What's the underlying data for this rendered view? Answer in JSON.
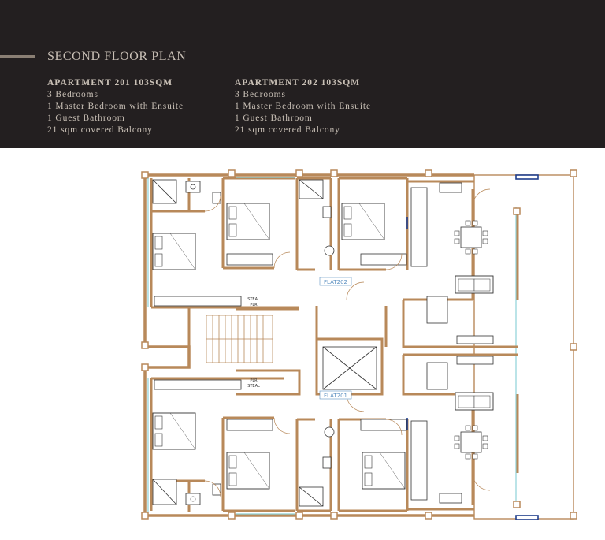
{
  "header": {
    "title": "SECOND FLOOR PLAN",
    "apartments": [
      {
        "heading": "APARTMENT 201 103SQM",
        "lines": [
          "3 Bedrooms",
          "1 Master Bedroom with Ensuite",
          "1 Guest Bathroom",
          "21 sqm covered Balcony"
        ]
      },
      {
        "heading": "APARTMENT 202 103SQM",
        "lines": [
          "3 Bedrooms",
          "1 Master Bedroom with Ensuite",
          "1 Guest Bathroom",
          "21 sqm covered Balcony"
        ]
      }
    ]
  },
  "plan": {
    "flat_top_label": "FLAT202",
    "flat_bottom_label": "FLAT201",
    "store_top_label_1": "STEAL",
    "store_top_label_2": "PLR",
    "store_bottom_label_1": "PLR",
    "store_bottom_label_2": "STEAL"
  },
  "colors": {
    "header_bg": "#231f20",
    "header_text": "#c9c0b6",
    "wall": "#b8895a",
    "glazing": "#8ed3d8",
    "window_blue": "#1f3e8c",
    "label_blue": "#5a8fc0"
  }
}
